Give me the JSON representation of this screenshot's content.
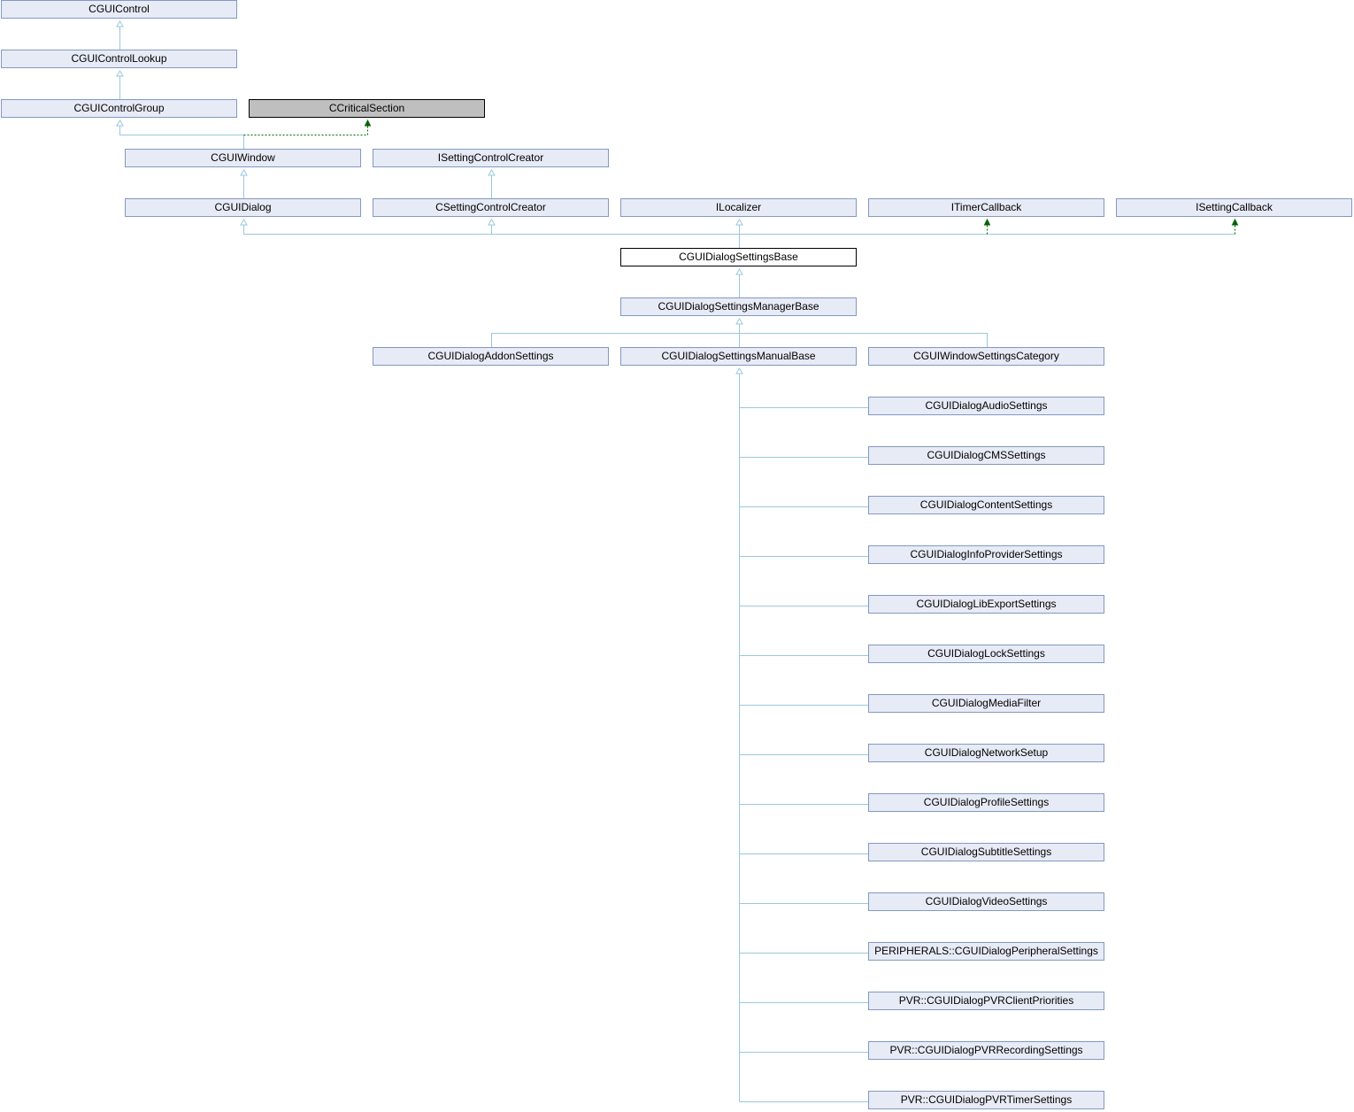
{
  "diagram": {
    "type": "class-inheritance-graph",
    "nodes": {
      "cguicontrol": "CGUIControl",
      "cguicontrollookup": "CGUIControlLookup",
      "cguicontrolgroup": "CGUIControlGroup",
      "ccriticalsection": "CCriticalSection",
      "cguiwindow": "CGUIWindow",
      "isettingcontrolcreator": "ISettingControlCreator",
      "cguidialog": "CGUIDialog",
      "csettingcontrolcreator": "CSettingControlCreator",
      "ilocalizer": "ILocalizer",
      "itimercallback": "ITimerCallback",
      "isettingcallback": "ISettingCallback",
      "cguidialogsettingsbase": "CGUIDialogSettingsBase",
      "cguidialogsettingsmanagerbase": "CGUIDialogSettingsManagerBase",
      "cguidialogaddonsettings": "CGUIDialogAddonSettings",
      "cguidialogsettingsmanualbase": "CGUIDialogSettingsManualBase",
      "cguiwindowsettingscategory": "CGUIWindowSettingsCategory",
      "cguidialogaudiosettings": "CGUIDialogAudioSettings",
      "cguidialogcmssettings": "CGUIDialogCMSSettings",
      "cguidialogcontentsettings": "CGUIDialogContentSettings",
      "cguidialoginfoprovidersettings": "CGUIDialogInfoProviderSettings",
      "cguidialoglibexportsettings": "CGUIDialogLibExportSettings",
      "cguidialoglocksettings": "CGUIDialogLockSettings",
      "cguidialogmediafilter": "CGUIDialogMediaFilter",
      "cguidialognetworksetup": "CGUIDialogNetworkSetup",
      "cguidialogprofilesettings": "CGUIDialogProfileSettings",
      "cguidialogsubtitlesettings": "CGUIDialogSubtitleSettings",
      "cguidialogvideosettings": "CGUIDialogVideoSettings",
      "peripherals_cguidialogperipheralsettings": "PERIPHERALS::CGUIDialogPeripheralSettings",
      "pvr_cguidialogpvrclientpriorities": "PVR::CGUIDialogPVRClientPriorities",
      "pvr_cguidialogpvrrecordingsettings": "PVR::CGUIDialogPVRRecordingSettings",
      "pvr_cguidialogpvrtimersettings": "PVR::CGUIDialogPVRTimerSettings"
    },
    "edges": [
      {
        "from": "cguicontrollookup",
        "to": "cguicontrol",
        "kind": "public"
      },
      {
        "from": "cguicontrolgroup",
        "to": "cguicontrollookup",
        "kind": "public"
      },
      {
        "from": "cguiwindow",
        "to": "cguicontrolgroup",
        "kind": "public"
      },
      {
        "from": "cguiwindow",
        "to": "ccriticalsection",
        "kind": "protected"
      },
      {
        "from": "cguidialog",
        "to": "cguiwindow",
        "kind": "public"
      },
      {
        "from": "csettingcontrolcreator",
        "to": "isettingcontrolcreator",
        "kind": "public"
      },
      {
        "from": "cguidialogsettingsbase",
        "to": "cguidialog",
        "kind": "public"
      },
      {
        "from": "cguidialogsettingsbase",
        "to": "csettingcontrolcreator",
        "kind": "public"
      },
      {
        "from": "cguidialogsettingsbase",
        "to": "ilocalizer",
        "kind": "public"
      },
      {
        "from": "cguidialogsettingsbase",
        "to": "itimercallback",
        "kind": "protected"
      },
      {
        "from": "cguidialogsettingsbase",
        "to": "isettingcallback",
        "kind": "protected"
      },
      {
        "from": "cguidialogsettingsmanagerbase",
        "to": "cguidialogsettingsbase",
        "kind": "public"
      },
      {
        "from": "cguidialogaddonsettings",
        "to": "cguidialogsettingsmanagerbase",
        "kind": "public"
      },
      {
        "from": "cguidialogsettingsmanualbase",
        "to": "cguidialogsettingsmanagerbase",
        "kind": "public"
      },
      {
        "from": "cguiwindowsettingscategory",
        "to": "cguidialogsettingsmanagerbase",
        "kind": "public"
      },
      {
        "from": "cguidialogaudiosettings",
        "to": "cguidialogsettingsmanualbase",
        "kind": "public"
      },
      {
        "from": "cguidialogcmssettings",
        "to": "cguidialogsettingsmanualbase",
        "kind": "public"
      },
      {
        "from": "cguidialogcontentsettings",
        "to": "cguidialogsettingsmanualbase",
        "kind": "public"
      },
      {
        "from": "cguidialoginfoprovidersettings",
        "to": "cguidialogsettingsmanualbase",
        "kind": "public"
      },
      {
        "from": "cguidialoglibexportsettings",
        "to": "cguidialogsettingsmanualbase",
        "kind": "public"
      },
      {
        "from": "cguidialoglocksettings",
        "to": "cguidialogsettingsmanualbase",
        "kind": "public"
      },
      {
        "from": "cguidialogmediafilter",
        "to": "cguidialogsettingsmanualbase",
        "kind": "public"
      },
      {
        "from": "cguidialognetworksetup",
        "to": "cguidialogsettingsmanualbase",
        "kind": "public"
      },
      {
        "from": "cguidialogprofilesettings",
        "to": "cguidialogsettingsmanualbase",
        "kind": "public"
      },
      {
        "from": "cguidialogsubtitlesettings",
        "to": "cguidialogsettingsmanualbase",
        "kind": "public"
      },
      {
        "from": "cguidialogvideosettings",
        "to": "cguidialogsettingsmanualbase",
        "kind": "public"
      },
      {
        "from": "peripherals_cguidialogperipheralsettings",
        "to": "cguidialogsettingsmanualbase",
        "kind": "public"
      },
      {
        "from": "pvr_cguidialogpvrclientpriorities",
        "to": "cguidialogsettingsmanualbase",
        "kind": "public"
      },
      {
        "from": "pvr_cguidialogpvrrecordingsettings",
        "to": "cguidialogsettingsmanualbase",
        "kind": "public"
      },
      {
        "from": "pvr_cguidialogpvrtimersettings",
        "to": "cguidialogsettingsmanualbase",
        "kind": "public"
      }
    ],
    "colors": {
      "node_fill": "#e7ebf6",
      "node_border": "#8498c2",
      "current_fill": "#ffffff",
      "external_fill": "#bfbfbf",
      "edge_public": "#9ac8dc",
      "edge_protected": "#006400"
    }
  }
}
